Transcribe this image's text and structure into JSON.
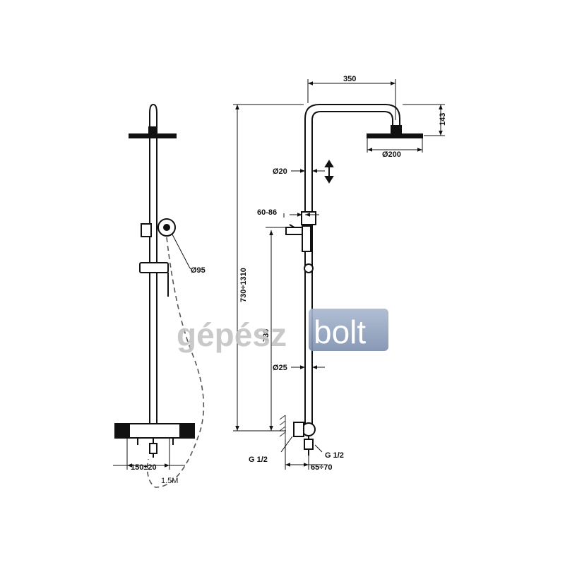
{
  "dimensions": {
    "arm_width": "350",
    "head_height": "143",
    "head_diameter": "Ø200",
    "pipe_diameter_upper": "Ø20",
    "adjust_range": "60-86",
    "total_height": "730÷1310",
    "lower_height": "730",
    "pipe_diameter_lower": "Ø25",
    "inlet_left": "G 1/2",
    "inlet_right": "G 1/2",
    "wall_offset": "65÷70",
    "hand_shower_diameter": "Ø95",
    "connection_spacing": "150±20",
    "hose_length": "1.5M"
  },
  "watermark": {
    "part1": "gépész",
    "part2": "bolt",
    "box_color": "#8a9bb7",
    "text_color": "#c4c4c4"
  },
  "colors": {
    "line": "#111111",
    "background": "#ffffff"
  }
}
